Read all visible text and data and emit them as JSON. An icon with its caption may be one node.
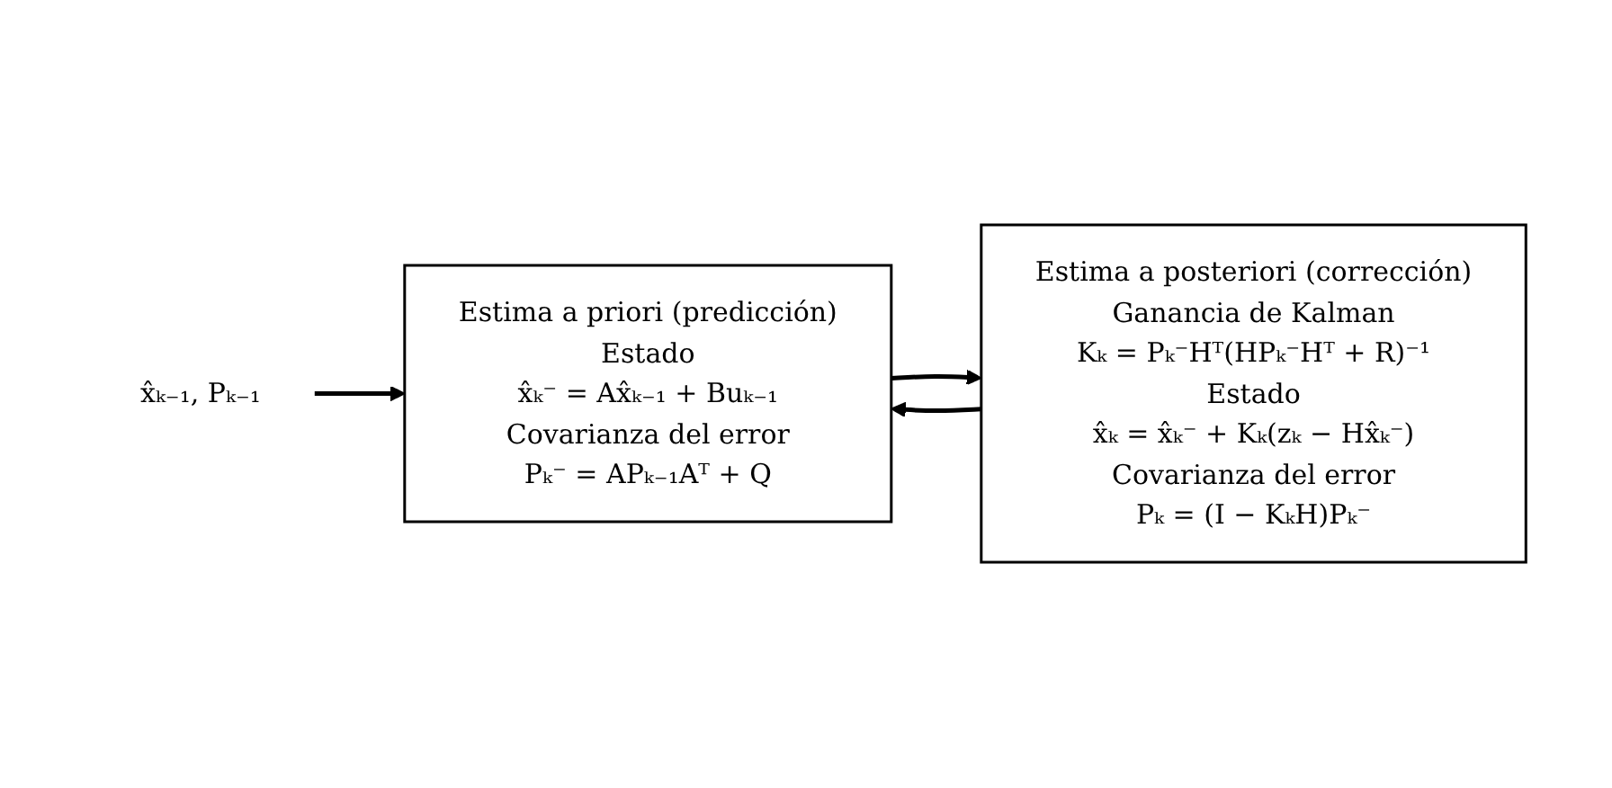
{
  "diagram": {
    "nodes": [
      {
        "text": [
          "Estima a priori (predicción)",
          "Estado",
          "x̂ₖ⁻ = Ax̂ₖ₋₁ + Buₖ₋₁",
          "Covarianza del error",
          "Pₖ⁻ = APₖ₋₁Aᵀ + Q"
        ]
      },
      {
        "text": [
          "Estima a posteriori (corrección)",
          "Ganancia de Kalman",
          "Kₖ = Pₖ⁻Hᵀ(HPₖ⁻Hᵀ + R)⁻¹",
          "Estado",
          "x̂ₖ = x̂ₖ⁻ + Kₖ(zₖ − Hx̂ₖ⁻)",
          "Covarianza del error",
          "Pₖ = (I − KₖH)Pₖ⁻"
        ]
      },
      {
        "text": [
          "x̂ₖ₋₁, Pₖ₋₁"
        ]
      }
    ],
    "edges": [
      {
        "from": 0,
        "to": 1,
        "arrow": "to"
      },
      {
        "from": 1,
        "to": 0,
        "arrow": "to"
      },
      {
        "from": 2,
        "to": 0,
        "arrow": "to"
      }
    ]
  }
}
